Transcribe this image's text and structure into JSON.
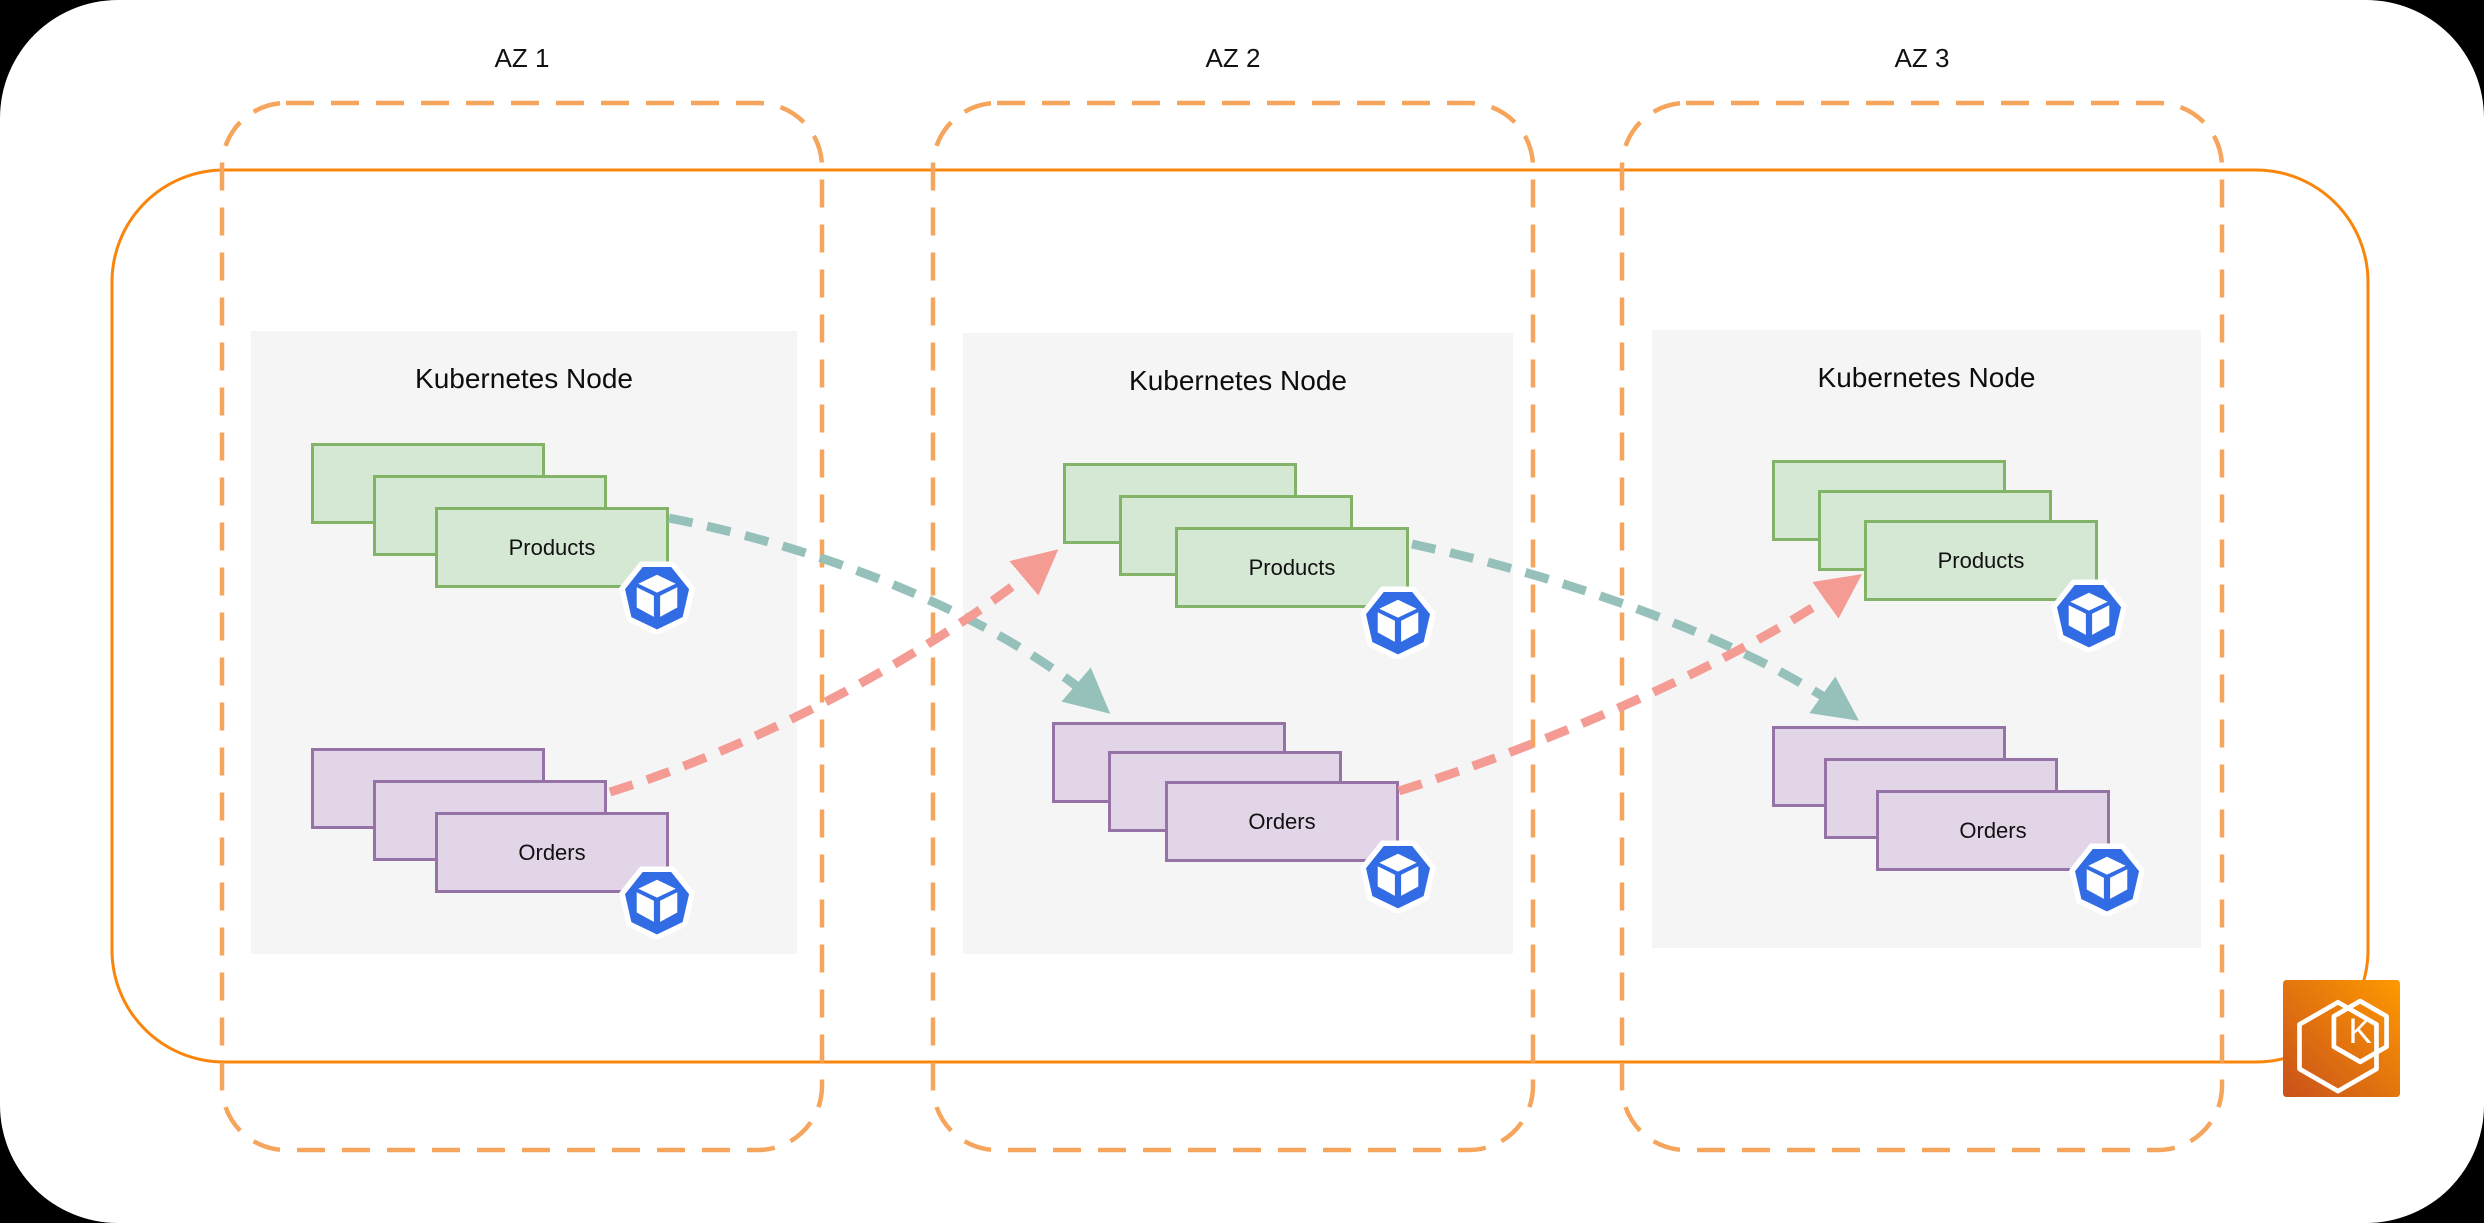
{
  "diagram": {
    "kind": "kubernetes-multi-az-architecture",
    "az_count": 3
  },
  "zones": [
    {
      "label": "AZ 1",
      "node": {
        "title": "Kubernetes Node",
        "workloads": [
          {
            "name": "Products",
            "replica_boxes": 3
          },
          {
            "name": "Orders",
            "replica_boxes": 3
          }
        ]
      }
    },
    {
      "label": "AZ 2",
      "node": {
        "title": "Kubernetes Node",
        "workloads": [
          {
            "name": "Products",
            "replica_boxes": 3
          },
          {
            "name": "Orders",
            "replica_boxes": 3
          }
        ]
      }
    },
    {
      "label": "AZ 3",
      "node": {
        "title": "Kubernetes Node",
        "workloads": [
          {
            "name": "Products",
            "replica_boxes": 3
          },
          {
            "name": "Orders",
            "replica_boxes": 3
          }
        ]
      }
    }
  ],
  "cluster": {
    "icon_name": "amazon-eks-icon",
    "icon_letter": "K"
  },
  "connections": [
    {
      "from": "AZ 1 / Products",
      "to": "AZ 2 / Orders",
      "style": "teal-dashed-arrow"
    },
    {
      "from": "AZ 1 / Orders",
      "to": "AZ 2 / Products",
      "style": "pink-dashed-arrow"
    },
    {
      "from": "AZ 2 / Products",
      "to": "AZ 3 / Orders",
      "style": "teal-dashed-arrow"
    },
    {
      "from": "AZ 2 / Orders",
      "to": "AZ 3 / Products",
      "style": "pink-dashed-arrow"
    }
  ],
  "colors": {
    "page_bg": "#000000",
    "canvas_bg": "#FFFFFF",
    "cluster_border": "#F8860D",
    "az_border": "#F6A55C",
    "node_bg": "#F5F5F5",
    "products_fill": "#D5E8D4",
    "products_border": "#82B366",
    "orders_fill": "#E1D5E7",
    "orders_border": "#9673A6",
    "teal_arrow": "#96C1BB",
    "pink_arrow": "#F49B94",
    "pod_icon_blue": "#326CE5",
    "eks_gradient_start": "#C8511B",
    "eks_gradient_end": "#FF9900"
  }
}
